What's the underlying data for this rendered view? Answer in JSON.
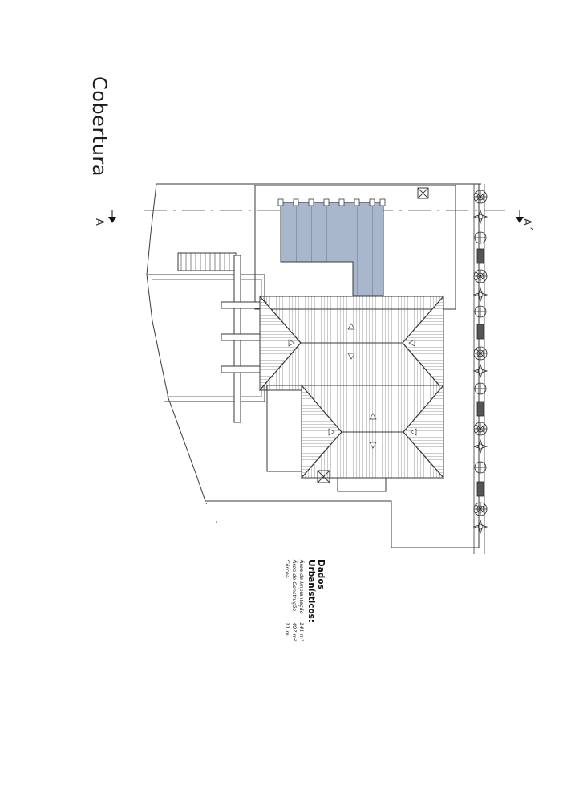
{
  "drawing": {
    "title": "Cobertura",
    "section_marks": [
      "A",
      "A´"
    ]
  },
  "urban_data": {
    "heading": "Dados Urbanísticos:",
    "rows": [
      {
        "label": "Área de Implantação",
        "value": "141 m²"
      },
      {
        "label": "Área de Construção",
        "value": "407 m²"
      },
      {
        "label": "Cércea",
        "value": "11 m"
      }
    ]
  },
  "colors": {
    "line": "#3a3a3a",
    "glazed_roof": "#a9b7cc",
    "background": "#ffffff"
  }
}
